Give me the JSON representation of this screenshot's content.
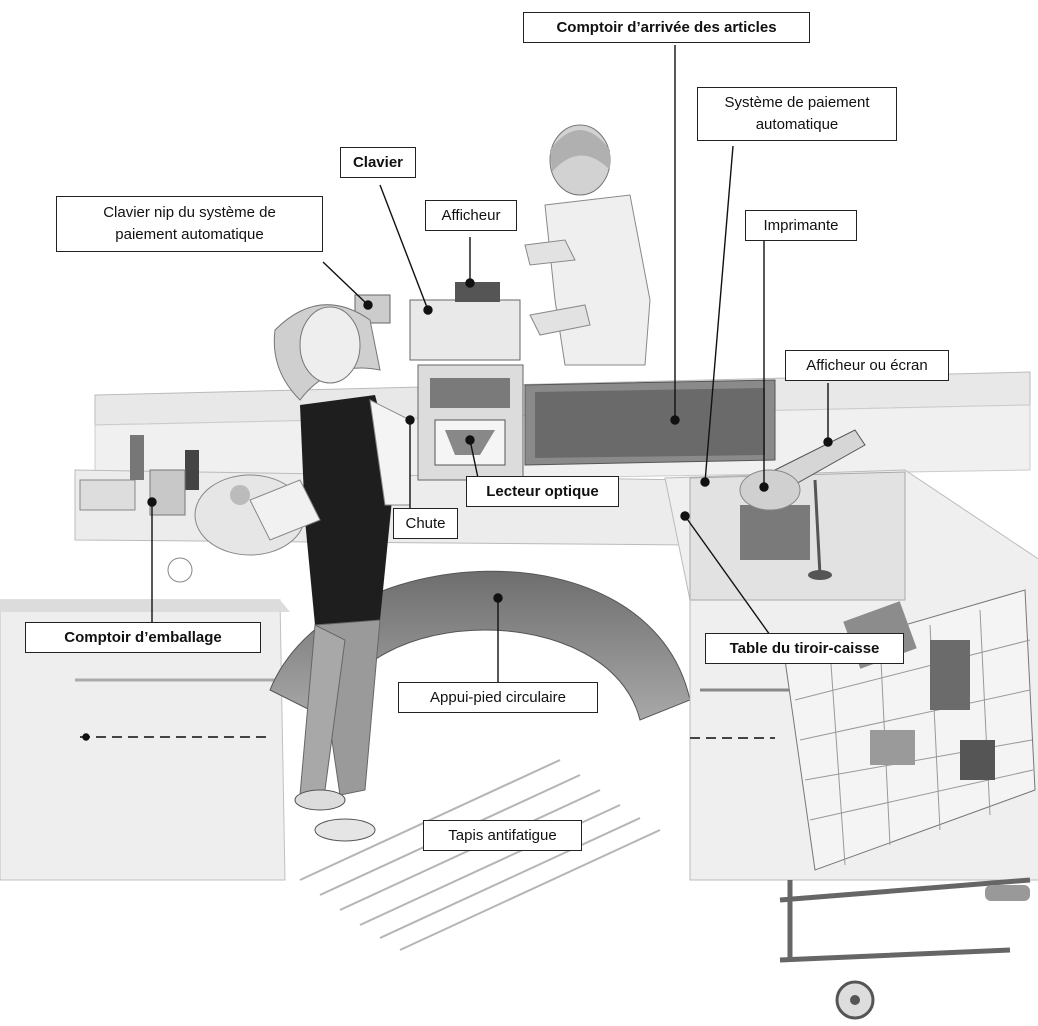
{
  "labels": {
    "comptoir_arrivee": "Comptoir d’arrivée des articles",
    "systeme_paiement": "Système de paiement automatique",
    "clavier": "Clavier",
    "clavier_nip": "Clavier nip du système de paiement automatique",
    "afficheur": "Afficheur",
    "imprimante": "Imprimante",
    "afficheur_ecran": "Afficheur ou écran",
    "lecteur_optique": "Lecteur optique",
    "chute": "Chute",
    "comptoir_emballage": "Comptoir d’emballage",
    "table_tiroir": "Table du tiroir-caisse",
    "appui_pied": "Appui-pied circulaire",
    "tapis": "Tapis antifatigue"
  },
  "colors": {
    "ink": "#222222",
    "shade_light": "#e4e4e4",
    "shade_mid": "#b9b9b9",
    "shade_dark": "#5a5a5a"
  }
}
